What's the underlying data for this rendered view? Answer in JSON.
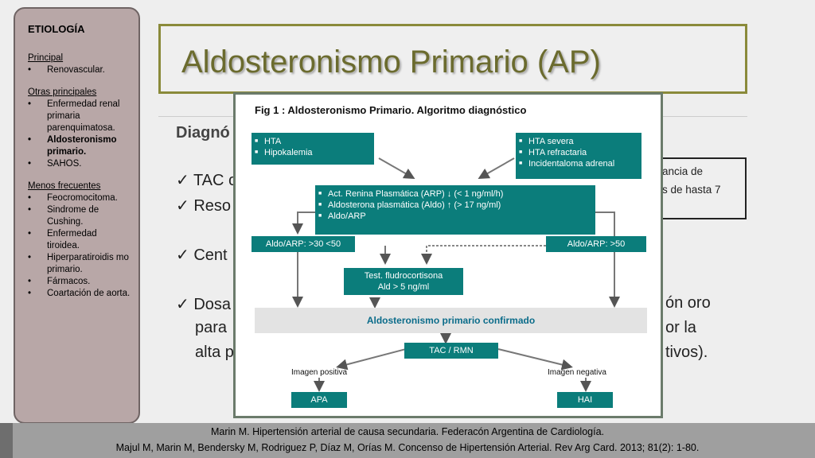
{
  "sidebar": {
    "heading": "ETIOLOGÍA",
    "principal": {
      "title": "Principal",
      "items": [
        "Renovascular."
      ]
    },
    "otras": {
      "title": "Otras principales",
      "items": [
        "Enfermedad renal primaria parenquimatosa.",
        "Aldosteronismo primario.",
        "SAHOS."
      ]
    },
    "menos": {
      "title": "Menos frecuentes",
      "items": [
        "Feocromocitoma.",
        "Sindrome de Cushing.",
        "Enfermedad tiroidea.",
        "Hiperparatiroidis mo primario.",
        "Fármacos.",
        "Coartación de aorta."
      ]
    }
  },
  "title": "Aldosteronismo Primario (AP)",
  "body": {
    "diagnostico": "Diagnó",
    "check1": "TAC c",
    "check2": "Reso",
    "check3": "Cent",
    "check4": "Dosa",
    "line2": "para",
    "line3": "alta p",
    "right1": "ón oro",
    "right2": "or la",
    "right3": "tivos).",
    "box_line1": "ancia de",
    "box_line2": "s de hasta 7"
  },
  "figure": {
    "title": "Fig 1 : Aldosteronismo Primario. Algoritmo diagnóstico",
    "box_left": [
      "HTA",
      "Hipokalemia"
    ],
    "box_right": [
      "HTA severa",
      "HTA refractaria",
      "Incidentaloma adrenal"
    ],
    "box_center": [
      "Act. Renina Plasmática (ARP) ↓ (< 1 ng/ml/h)",
      "Aldosterona plasmática (Aldo) ↑ (> 17 ng/ml)",
      "Aldo/ARP"
    ],
    "aldo_low": "Aldo/ARP: >30 <50",
    "aldo_high": "Aldo/ARP: >50",
    "test_line1": "Test. fludrocortisona",
    "test_line2": "Ald > 5 ng/ml",
    "confirmed": "Aldosteronismo primario confirmado",
    "tac": "TAC / RMN",
    "img_pos": "Imagen positiva",
    "img_neg": "Imagen negativa",
    "apa": "APA",
    "hai": "HAI"
  },
  "footer": {
    "line1": "Marin M. Hipertensión arterial de causa secundaria. Federacón Argentina de Cardiología.",
    "line2": "Majul M, Marin M, Bendersky M, Rodriguez P, Díaz M, Orías M. Concenso de Hipertensión Arterial. Rev Arg Card. 2013; 81(2): 1-80."
  },
  "colors": {
    "teal": "#0b7d7b",
    "title_olive": "#6b6b2e",
    "sidebar_bg": "#b8a7a7"
  }
}
